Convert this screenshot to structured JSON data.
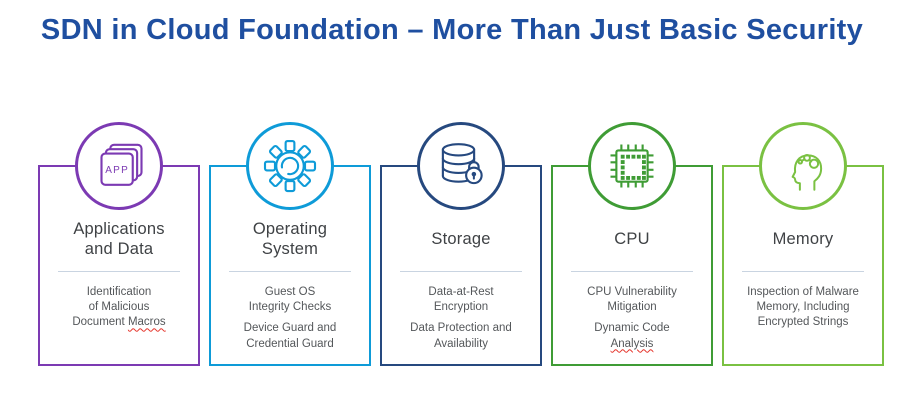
{
  "title": "SDN in Cloud Foundation – More Than Just Basic Security",
  "title_color": "#1f4fa0",
  "squiggle_color": "#e5332a",
  "divider_color": "#c9d4e1",
  "cards": [
    {
      "title": "Applications and Data",
      "title_lines": [
        "Applications",
        "and Data"
      ],
      "icon": "app-stack-icon",
      "icon_label": "APP",
      "color": "#7c3ab3",
      "body": [
        {
          "lead": "Identification",
          "squiggle": ""
        },
        {
          "lead": "of Malicious",
          "squiggle": ""
        },
        {
          "lead": "Document ",
          "squiggle": "Macros"
        }
      ]
    },
    {
      "title": "Operating System",
      "title_lines": [
        "Operating",
        "System"
      ],
      "icon": "gear-icon",
      "color": "#0e9bd8",
      "body": [
        {
          "lead": "Guest OS",
          "squiggle": ""
        },
        {
          "lead": "Integrity Checks",
          "squiggle": ""
        },
        {
          "lead": "Device Guard and",
          "squiggle": ""
        },
        {
          "lead": "Credential Guard",
          "squiggle": ""
        }
      ]
    },
    {
      "title": "Storage",
      "title_lines": [
        "Storage",
        ""
      ],
      "icon": "database-lock-icon",
      "color": "#26497f",
      "body": [
        {
          "lead": "Data-at-Rest",
          "squiggle": ""
        },
        {
          "lead": "Encryption",
          "squiggle": ""
        },
        {
          "lead": "Data Protection and",
          "squiggle": ""
        },
        {
          "lead": "Availability",
          "squiggle": ""
        }
      ]
    },
    {
      "title": "CPU",
      "title_lines": [
        "CPU",
        ""
      ],
      "icon": "cpu-chip-icon",
      "color": "#3f9c35",
      "body": [
        {
          "lead": "CPU Vulnerability",
          "squiggle": ""
        },
        {
          "lead": "Mitigation",
          "squiggle": ""
        },
        {
          "lead": "Dynamic Code",
          "squiggle": ""
        },
        {
          "lead": "",
          "squiggle": "Analysis"
        }
      ]
    },
    {
      "title": "Memory",
      "title_lines": [
        "Memory",
        ""
      ],
      "icon": "head-circuit-icon",
      "color": "#7ac142",
      "body": [
        {
          "lead": "Inspection of Malware",
          "squiggle": ""
        },
        {
          "lead": "Memory, Including",
          "squiggle": ""
        },
        {
          "lead": "Encrypted Strings",
          "squiggle": ""
        }
      ]
    }
  ]
}
